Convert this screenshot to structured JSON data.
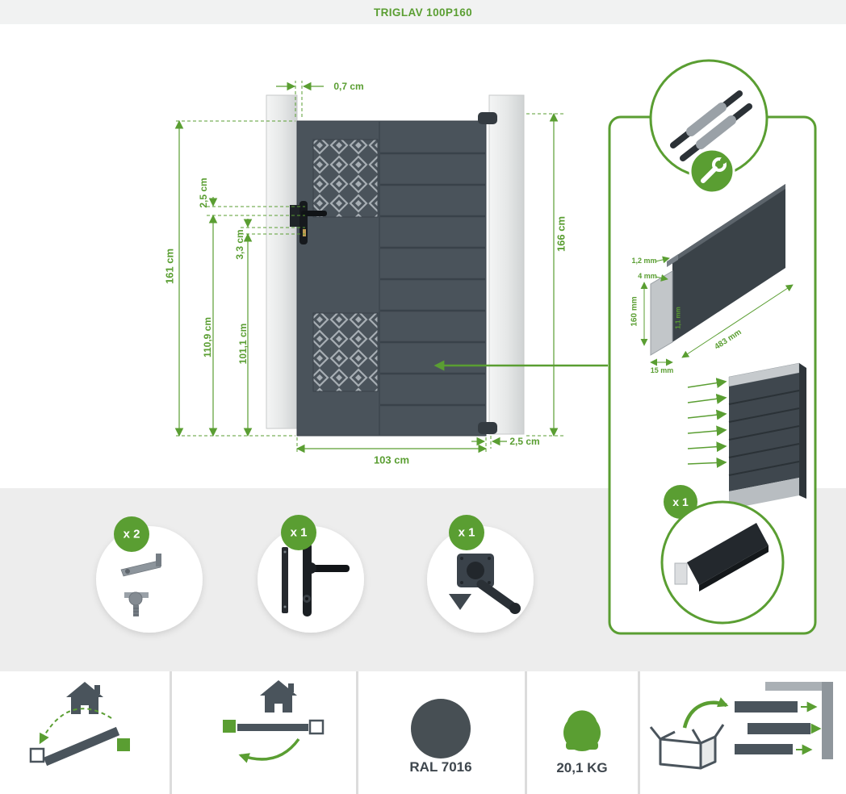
{
  "header": {
    "title": "TRIGLAV 100P160"
  },
  "gate": {
    "dim_gap_top": "0,7 cm",
    "dim_handle_offset": "2,5 cm",
    "dim_lock_spacing": "3,3 cm",
    "dim_gate_height": "161 cm",
    "dim_handle_height_outer": "110,9 cm",
    "dim_handle_height_inner": "101,1 cm",
    "dim_post_height": "166 cm",
    "dim_gate_width": "103 cm",
    "dim_gap_bottom": "2,5 cm"
  },
  "profile": {
    "dim_thickness": "1,2 mm",
    "dim_lip": "4 mm",
    "dim_height": "160 mm",
    "dim_wall": "1,1 mm",
    "dim_length": "483 mm",
    "dim_depth": "15 mm",
    "badge_count": "x 1"
  },
  "hardware": {
    "hinges_badge": "x 2",
    "lock_badge": "x 1",
    "latch_badge": "x 1"
  },
  "specs": {
    "color": "RAL 7016",
    "weight": "20,1 KG"
  },
  "colors": {
    "accent_green": "#5a9e32",
    "anthracite": "#4a535b",
    "post_gray": "#e4e6e6"
  }
}
